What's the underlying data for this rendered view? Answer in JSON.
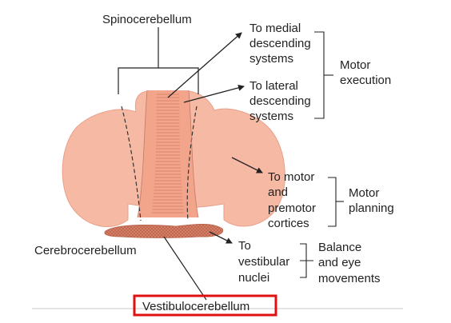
{
  "labels": {
    "spinocerebellum": "Spinocerebellum",
    "medial_line1": "To medial",
    "medial_line2": "descending",
    "medial_line3": "systems",
    "lateral_line1": "To lateral",
    "lateral_line2": "descending",
    "lateral_line3": "systems",
    "motor_execution_line1": "Motor",
    "motor_execution_line2": "execution",
    "to_motor_line1": "To motor",
    "to_motor_line2": "and",
    "to_motor_line3": "premotor",
    "to_motor_line4": "cortices",
    "motor_planning_line1": "Motor",
    "motor_planning_line2": "planning",
    "to_vestibular_line1": "To",
    "to_vestibular_line2": "vestibular",
    "to_vestibular_line3": "nuclei",
    "balance_line1": "Balance",
    "balance_line2": "and eye",
    "balance_line3": "movements",
    "cerebrocerebellum": "Cerebrocerebellum",
    "vestibulocerebellum": "Vestibulocerebellum"
  },
  "colors": {
    "lobe_fill": "#f6b9a4",
    "vermis_fill": "#f3a58c",
    "stripe": "#d9826a",
    "flocculus_fill": "#d9826a",
    "highlight_box": "#e01010",
    "line": "#222222",
    "baseline": "#c8c8c8"
  }
}
